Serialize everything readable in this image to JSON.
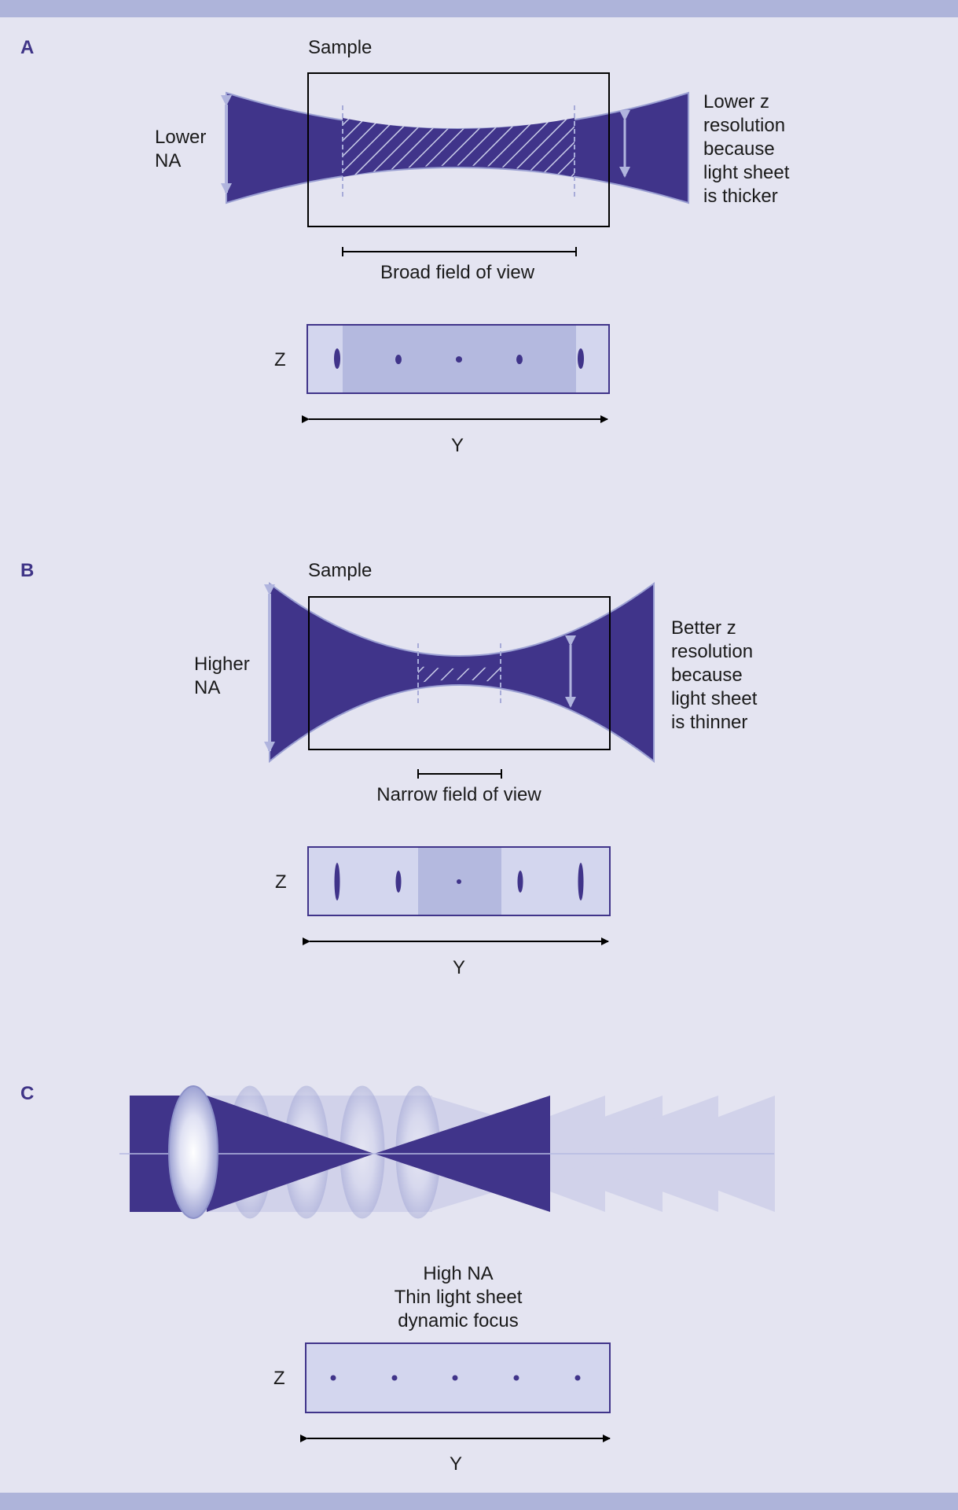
{
  "colors": {
    "background": "#e4e4f1",
    "band": "#aeb4da",
    "beam": "#40348a",
    "beam_edge": "#9a9fd2",
    "light_sheet_fill": "#b4b9df",
    "sample_box_fill": "#d3d6ee",
    "dots": "#40348a",
    "text": "#1a1a1a",
    "panel_letter": "#3f3487"
  },
  "panel_a": {
    "letter": "A",
    "sample_label": "Sample",
    "na_label": [
      "Lower",
      "NA"
    ],
    "note_label": [
      "Lower z",
      "resolution",
      "because",
      "light sheet",
      "is thicker"
    ],
    "fov_label": "Broad field of view",
    "z_label": "Z",
    "y_label": "Y"
  },
  "panel_b": {
    "letter": "B",
    "sample_label": "Sample",
    "na_label": [
      "Higher",
      "NA"
    ],
    "note_label": [
      "Better z",
      "resolution",
      "because",
      "light sheet",
      "is thinner"
    ],
    "fov_label": "Narrow field of view",
    "z_label": "Z",
    "y_label": "Y"
  },
  "panel_c": {
    "letter": "C",
    "caption": [
      "High NA",
      "Thin light sheet",
      "dynamic focus"
    ],
    "z_label": "Z",
    "y_label": "Y"
  },
  "icons": {
    "objective_lens": "lens-icon",
    "double_arrow": "double-arrow-icon"
  }
}
